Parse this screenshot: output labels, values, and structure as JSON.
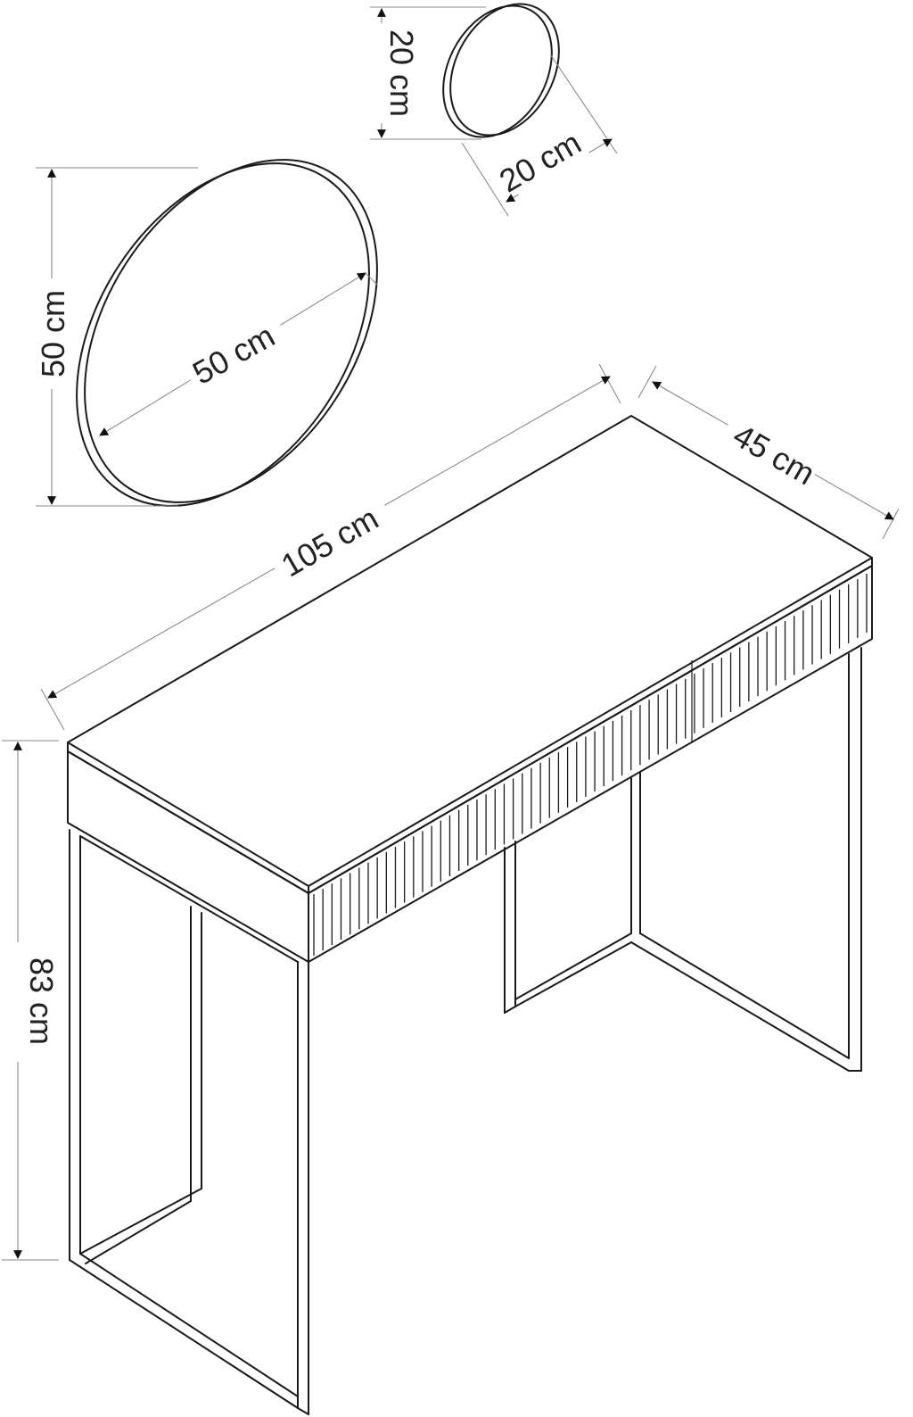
{
  "dimensions": {
    "small_mirror_height": "20 cm",
    "small_mirror_width": "20 cm",
    "large_mirror_height": "50 cm",
    "large_mirror_width": "50 cm",
    "table_width": "105 cm",
    "table_depth": "45 cm",
    "table_height": "83 cm"
  },
  "colors": {
    "line": "#1a1a1a",
    "dimension_line": "#8a8a8a",
    "background": "#ffffff"
  },
  "icons": [
    "dimension-arrow-icon"
  ]
}
